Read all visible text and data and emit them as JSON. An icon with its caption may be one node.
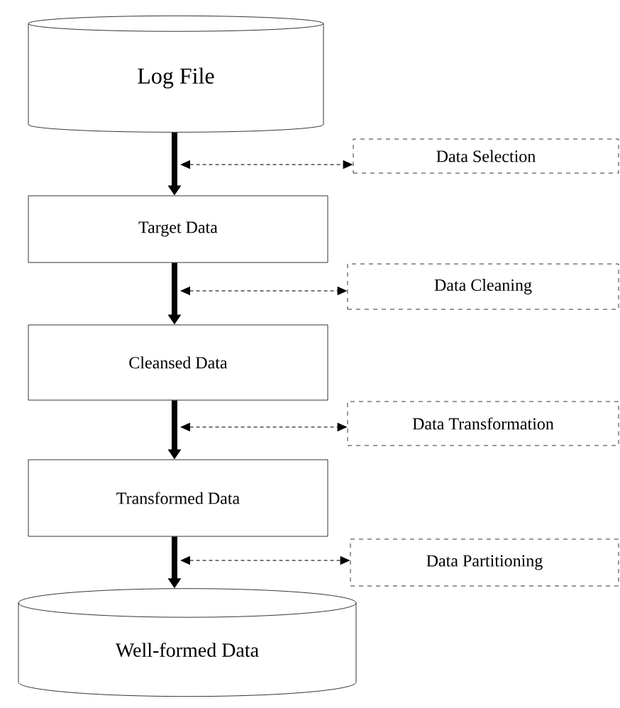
{
  "diagram": {
    "nodes": [
      {
        "text": [
          "Log File"
        ]
      },
      {
        "text": [
          "Target Data"
        ]
      },
      {
        "text": [
          "Cleansed Data"
        ]
      },
      {
        "text": [
          "Transformed Data"
        ]
      },
      {
        "text": [
          "Well-formed Data"
        ]
      },
      {
        "text": [
          "Data Selection"
        ]
      },
      {
        "text": [
          "Data Cleaning"
        ]
      },
      {
        "text": [
          "Data Transformation"
        ]
      },
      {
        "text": [
          "Data Partitioning"
        ]
      }
    ],
    "edges": [
      {
        "from": 0,
        "to": 1,
        "arrow": "to",
        "style": "thick"
      },
      {
        "from": null,
        "to": 5,
        "arrow": "both",
        "style": "dashed"
      },
      {
        "from": 1,
        "to": 2,
        "arrow": "to",
        "style": "thick"
      },
      {
        "from": null,
        "to": 6,
        "arrow": "both",
        "style": "dashed"
      },
      {
        "from": 2,
        "to": 3,
        "arrow": "to",
        "style": "thick"
      },
      {
        "from": null,
        "to": 7,
        "arrow": "both",
        "style": "dashed"
      },
      {
        "from": 3,
        "to": 4,
        "arrow": "to",
        "style": "thick"
      },
      {
        "from": null,
        "to": 8,
        "arrow": "both",
        "style": "dashed"
      }
    ]
  }
}
